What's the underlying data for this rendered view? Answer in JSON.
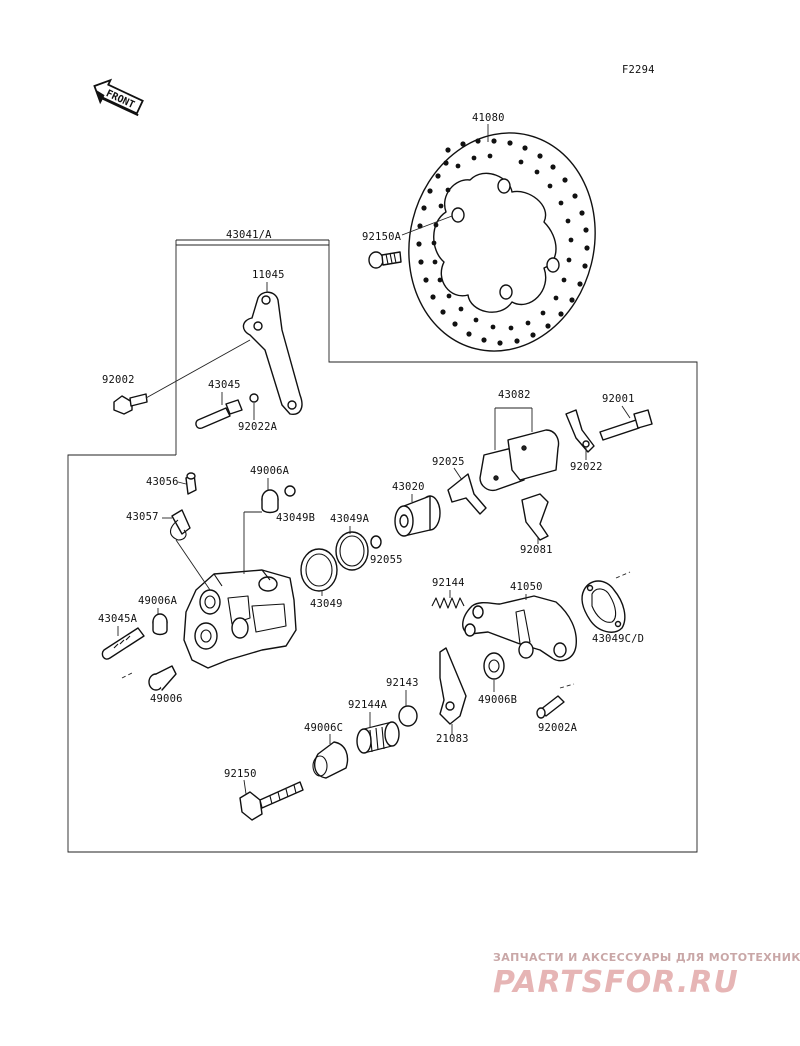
{
  "diagram": {
    "code": "F2294",
    "front_arrow": "FRONT",
    "watermark": {
      "tagline": "ЗАПЧАСТИ И АКСЕССУАРЫ ДЛЯ МОТОТЕХНИКИ",
      "brand": "PARTSFOR.RU"
    },
    "parts": [
      "41080",
      "92150A",
      "43041/A",
      "11045",
      "92002",
      "43045",
      "92022A",
      "43082",
      "92001",
      "92025",
      "92022",
      "43020",
      "92081",
      "43056",
      "49006A",
      "43049B",
      "43057",
      "43049A",
      "92055",
      "43049",
      "92144",
      "41050",
      "49006A",
      "43045A",
      "43049C/D",
      "49006",
      "92143",
      "49006B",
      "92144A",
      "92002A",
      "49006C",
      "21083",
      "92150"
    ]
  }
}
